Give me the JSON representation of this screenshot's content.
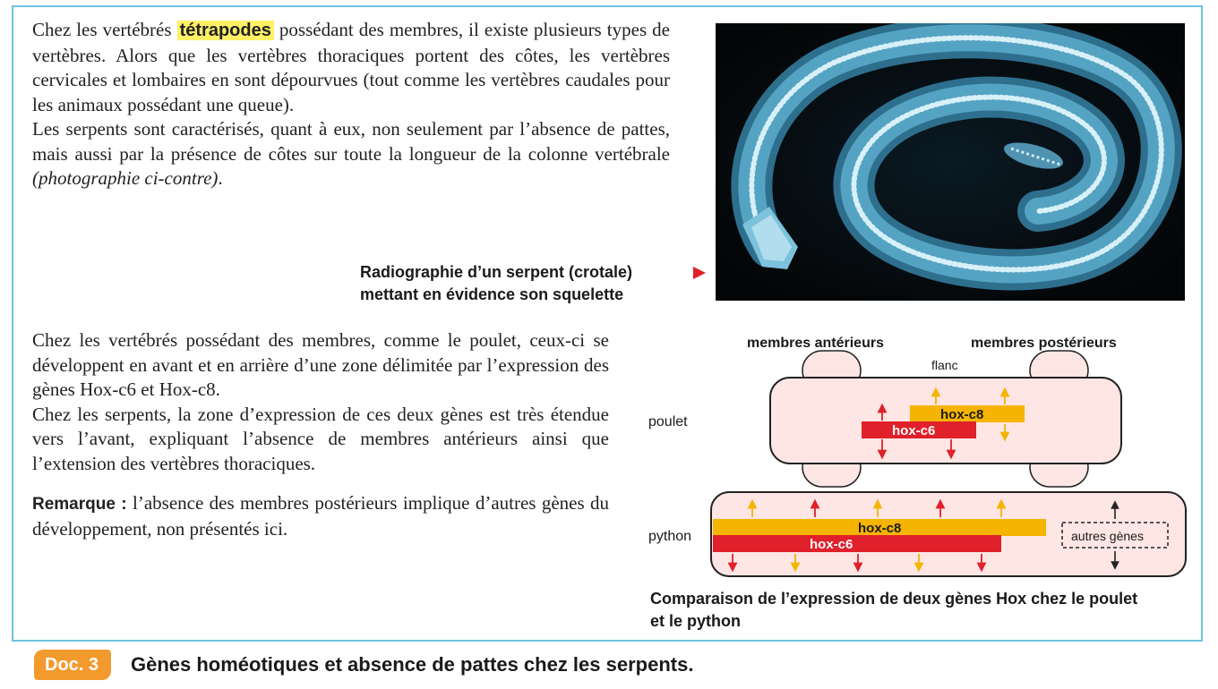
{
  "intro": {
    "before_highlight": "Chez les vertébrés ",
    "highlight": "tétrapodes",
    "after_highlight": " possédant des membres, il existe plusieurs types de vertèbres. Alors que les vertèbres thoraciques portent des côtes, les vertèbres cervicales et lombaires en sont dépourvues (tout comme les vertèbres caudales pour les animaux possédant une queue).",
    "second_sentence": "Les serpents sont caractérisés, quant à eux, non seulement par l’absence de pattes, mais aussi par la présence de côtes sur toute la longueur de la colonne vertébrale ",
    "photo_ref": "(photographie ci-contre)",
    "photo_ref_end": "."
  },
  "xray": {
    "caption_line1": "Radiographie d’un serpent (crotale)",
    "caption_line2": "mettant en évidence son squelette"
  },
  "explanation": {
    "p1": "Chez les vertébrés possédant des membres, comme le poulet, ceux-ci se développent en avant et en arrière d’une zone délimitée par l’expression des gènes Hox-c6 et Hox-c8.",
    "p2": "Chez les serpents, la zone d’expression de ces deux gènes est très étendue vers l’avant, expliquant l’absence de membres antérieurs ainsi que l’extension des vertèbres thoraciques.",
    "remark_label": "Remarque :",
    "remark_text": " l’absence des membres postérieurs implique d’autres gènes du développement, non présentés ici."
  },
  "diagram": {
    "label_front_limbs": "membres antérieurs",
    "label_hind_limbs": "membres postérieurs",
    "label_flank": "flanc",
    "label_chicken": "poulet",
    "label_python": "python",
    "gene_c8": "hox-c8",
    "gene_c6": "hox-c6",
    "other_genes": "autres gènes",
    "color_c8": "#f5b400",
    "color_c6": "#e0202a",
    "color_body": "#fde6e4",
    "caption_line1": "Comparaison de l’expression de deux gènes Hox chez le poulet",
    "caption_line2": "et le python"
  },
  "doc": {
    "badge": "Doc. 3",
    "title": "Gènes homéotiques et absence de pattes chez les serpents."
  }
}
